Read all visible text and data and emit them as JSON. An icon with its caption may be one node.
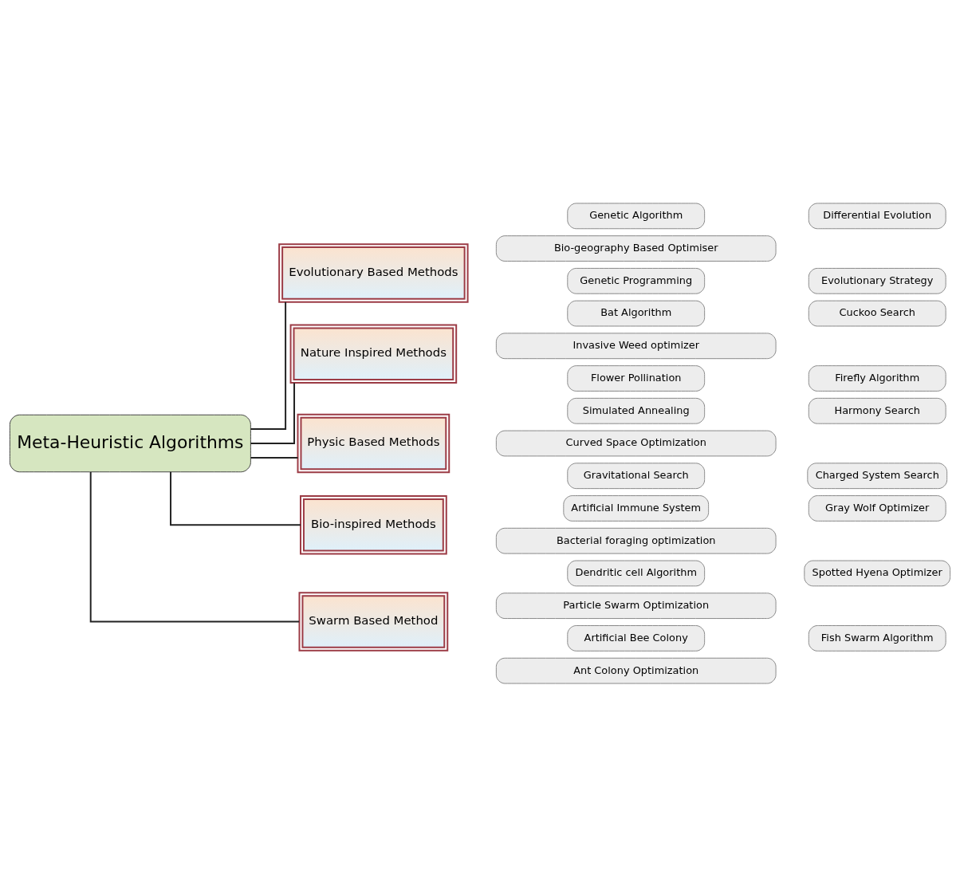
{
  "diagram": {
    "nodes": [
      {
        "text": [
          "Meta-Heuristic Algorithms"
        ]
      },
      {
        "text": [
          "Evolutionary Based Methods"
        ]
      },
      {
        "text": [
          "Genetic Algorithm"
        ]
      },
      {
        "text": [
          "Differential Evolution"
        ]
      },
      {
        "text": [
          "Bio-geography Based Optimiser"
        ]
      },
      {
        "text": [
          "Genetic Programming"
        ]
      },
      {
        "text": [
          "Evolutionary Strategy"
        ]
      },
      {
        "text": [
          "Nature Inspired Methods"
        ]
      },
      {
        "text": [
          "Bat Algorithm"
        ]
      },
      {
        "text": [
          "Cuckoo Search"
        ]
      },
      {
        "text": [
          "Invasive Weed optimizer"
        ]
      },
      {
        "text": [
          "Flower Pollination"
        ]
      },
      {
        "text": [
          "Firefly Algorithm"
        ]
      },
      {
        "text": [
          "Physic Based Methods"
        ]
      },
      {
        "text": [
          "Simulated Annealing"
        ]
      },
      {
        "text": [
          "Harmony Search"
        ]
      },
      {
        "text": [
          "Curved Space Optimization"
        ]
      },
      {
        "text": [
          "Gravitational Search"
        ]
      },
      {
        "text": [
          "Charged System Search"
        ]
      },
      {
        "text": [
          "Bio-inspired Methods"
        ]
      },
      {
        "text": [
          "Artificial Immune System"
        ]
      },
      {
        "text": [
          "Gray Wolf Optimizer"
        ]
      },
      {
        "text": [
          "Bacterial foraging optimization"
        ]
      },
      {
        "text": [
          "Dendritic cell Algorithm"
        ]
      },
      {
        "text": [
          "Spotted Hyena Optimizer"
        ]
      },
      {
        "text": [
          "Swarm Based Method"
        ]
      },
      {
        "text": [
          "Particle Swarm Optimization"
        ]
      },
      {
        "text": [
          "Artificial Bee Colony"
        ]
      },
      {
        "text": [
          "Fish Swarm Algorithm"
        ]
      },
      {
        "text": [
          "Ant Colony Optimization"
        ]
      }
    ],
    "edges": [
      {
        "from": 0,
        "to": 1,
        "arrow": "none"
      },
      {
        "from": 0,
        "to": 7,
        "arrow": "none"
      },
      {
        "from": 0,
        "to": 13,
        "arrow": "none"
      },
      {
        "from": 0,
        "to": 19,
        "arrow": "none"
      },
      {
        "from": 0,
        "to": 25,
        "arrow": "none"
      }
    ]
  }
}
